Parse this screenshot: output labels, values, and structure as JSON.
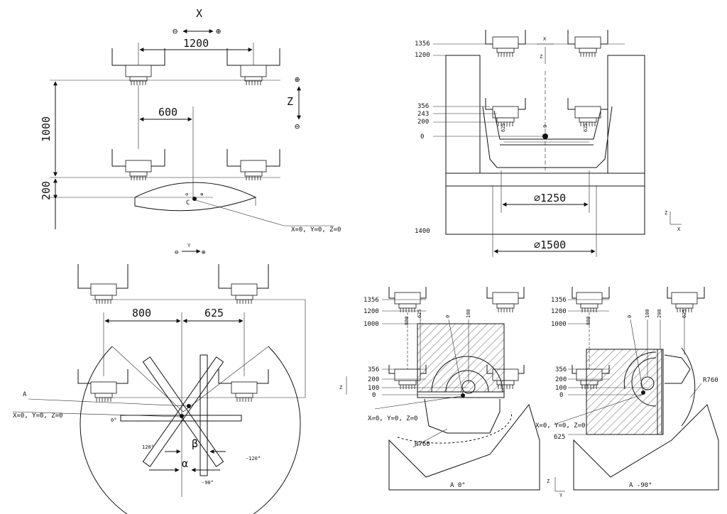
{
  "front_view": {
    "axis_x": "X",
    "axis_z": "Z",
    "minus": "⊖",
    "plus": "⊕",
    "dim_1200": "1200",
    "dim_1000": "1000",
    "dim_600": "600",
    "dim_200": "200",
    "center_c": "C",
    "origin": "X=0, Y=0, Z=0"
  },
  "side_view": {
    "levels": [
      "1356",
      "1200",
      "356",
      "243",
      "200",
      "0",
      "1400"
    ],
    "dim_1250": "⌀1250",
    "dim_1500": "⌀1500",
    "tool_625": "625",
    "zero": "0",
    "axis_x": "X",
    "axis_z": "Z"
  },
  "top_view": {
    "axis_y": "Y",
    "dim_800": "800",
    "dim_625": "625",
    "label_a": "A",
    "origin": "X=0, Y=0, Z=0",
    "angle_0": "0°",
    "angle_120": "120°",
    "angle_m120": "-120°",
    "angle_m90": "-90°",
    "beta": "β",
    "alpha": "α"
  },
  "rot0_view": {
    "levels": [
      "1356",
      "1200",
      "1000",
      "356",
      "200",
      "100",
      "0"
    ],
    "verticals": [
      "800",
      "625",
      "0",
      "100"
    ],
    "radius": "R760",
    "origin": "X=0, Y=0, Z=0",
    "caption": "A 0°",
    "axis_z": "Z"
  },
  "rot90_view": {
    "levels": [
      "1356",
      "1200",
      "1000",
      "356",
      "200",
      "100",
      "0",
      "625"
    ],
    "verticals": [
      "800",
      "0",
      "100",
      "200",
      "625"
    ],
    "radius": "R760",
    "origin": "X=0, Y=0, Z=0",
    "caption": "A -90°",
    "axis_z": "Z",
    "axis_y": "Y"
  }
}
